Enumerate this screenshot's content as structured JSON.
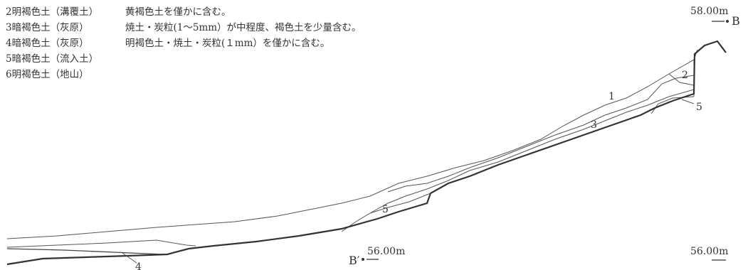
{
  "legend": [
    {
      "layer": "2明褐色土（溝覆土）",
      "desc": "黄褐色土を僅かに含む。"
    },
    {
      "layer": "3暗褐色土（灰原）",
      "desc": "焼土・炭粒(1～5mm）が中程度、褐色土を少量含む。"
    },
    {
      "layer": "4暗褐色土（灰原）",
      "desc": "明褐色土・焼土・炭粒(１mm）を僅かに含む。"
    },
    {
      "layer": "5暗褐色土（流入土）",
      "desc": ""
    },
    {
      "layer": "6明褐色土（地山）",
      "desc": ""
    }
  ],
  "elevations": {
    "top_right": "58.00m",
    "bottom_center": "56.00m",
    "bottom_right": "56.00m"
  },
  "section_points": {
    "b": "B",
    "b_prime": "B′"
  },
  "layer_numbers": {
    "n1": "1",
    "n2": "2",
    "n3": "3",
    "n4": "4",
    "n5a": "5",
    "n5b": "5"
  }
}
